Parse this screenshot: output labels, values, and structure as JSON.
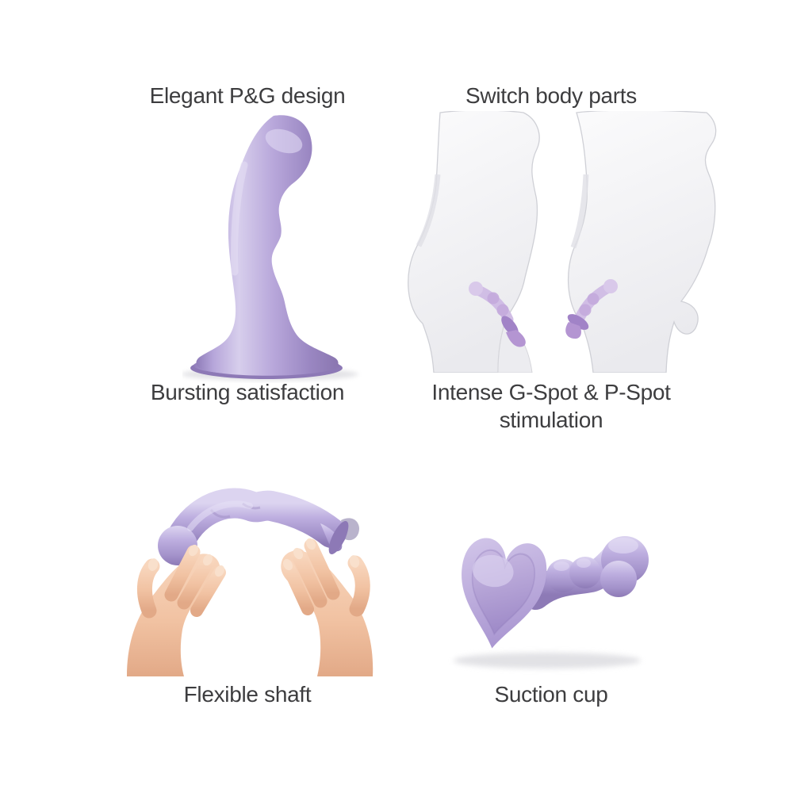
{
  "image": {
    "type": "product-feature-infographic",
    "background": "#ffffff",
    "text_color": "#3d3d3f"
  },
  "colors": {
    "product_purple": "#b4a3d9",
    "product_purple_light": "#d7ceec",
    "product_purple_dark": "#8d79b6",
    "diagram_toy_purple": "#cfbae4",
    "body_render_gray": "#f0f0f3",
    "skin_tone": "#f1c2a2",
    "shadow_gray": "#dddde1"
  },
  "quadrants": [
    {
      "id": "design",
      "title": "Elegant P&G design",
      "caption": "Bursting satisfaction",
      "figure": "upright-curved-toy-with-flared-base"
    },
    {
      "id": "switch",
      "title": "Switch body parts",
      "caption": "Intense G-Spot & P-Spot stimulation",
      "figure": "two-body-profiles-with-toy-placement"
    },
    {
      "id": "flexible",
      "title": "",
      "caption": "Flexible shaft",
      "figure": "two-hands-bending-toy-into-arch"
    },
    {
      "id": "suction",
      "title": "",
      "caption": "Suction cup",
      "figure": "toy-on-side-showing-heart-shaped-suction-base"
    }
  ]
}
